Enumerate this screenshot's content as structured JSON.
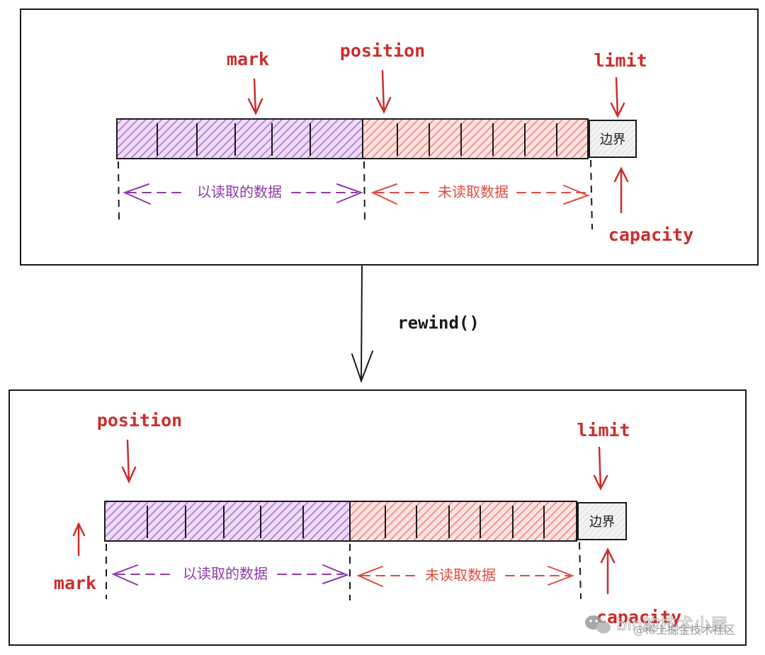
{
  "top_panel": {
    "mark_label": "mark",
    "position_label": "position",
    "limit_label": "limit",
    "capacity_label": "capacity",
    "boundary_label": "边界",
    "read_label": "以读取的数据",
    "unread_label": "未读取数据"
  },
  "operation": {
    "label": "rewind()"
  },
  "bottom_panel": {
    "mark_label": "mark",
    "position_label": "position",
    "limit_label": "limit",
    "capacity_label": "capacity",
    "boundary_label": "边界",
    "read_label": "以读取的数据",
    "unread_label": "未读取数据"
  },
  "watermark": {
    "line1": "bin的技术小屋",
    "line2": "@稀土掘金技术社区"
  },
  "colors": {
    "pointer_red": "#cc2d2d",
    "read_purple": "#8e3aa8",
    "unread_red": "#e0493f",
    "read_fill": "#c9a0e3",
    "unread_fill": "#f5a3a0",
    "boundary_fill": "#ebebeb",
    "ink": "#1a1a1a"
  }
}
